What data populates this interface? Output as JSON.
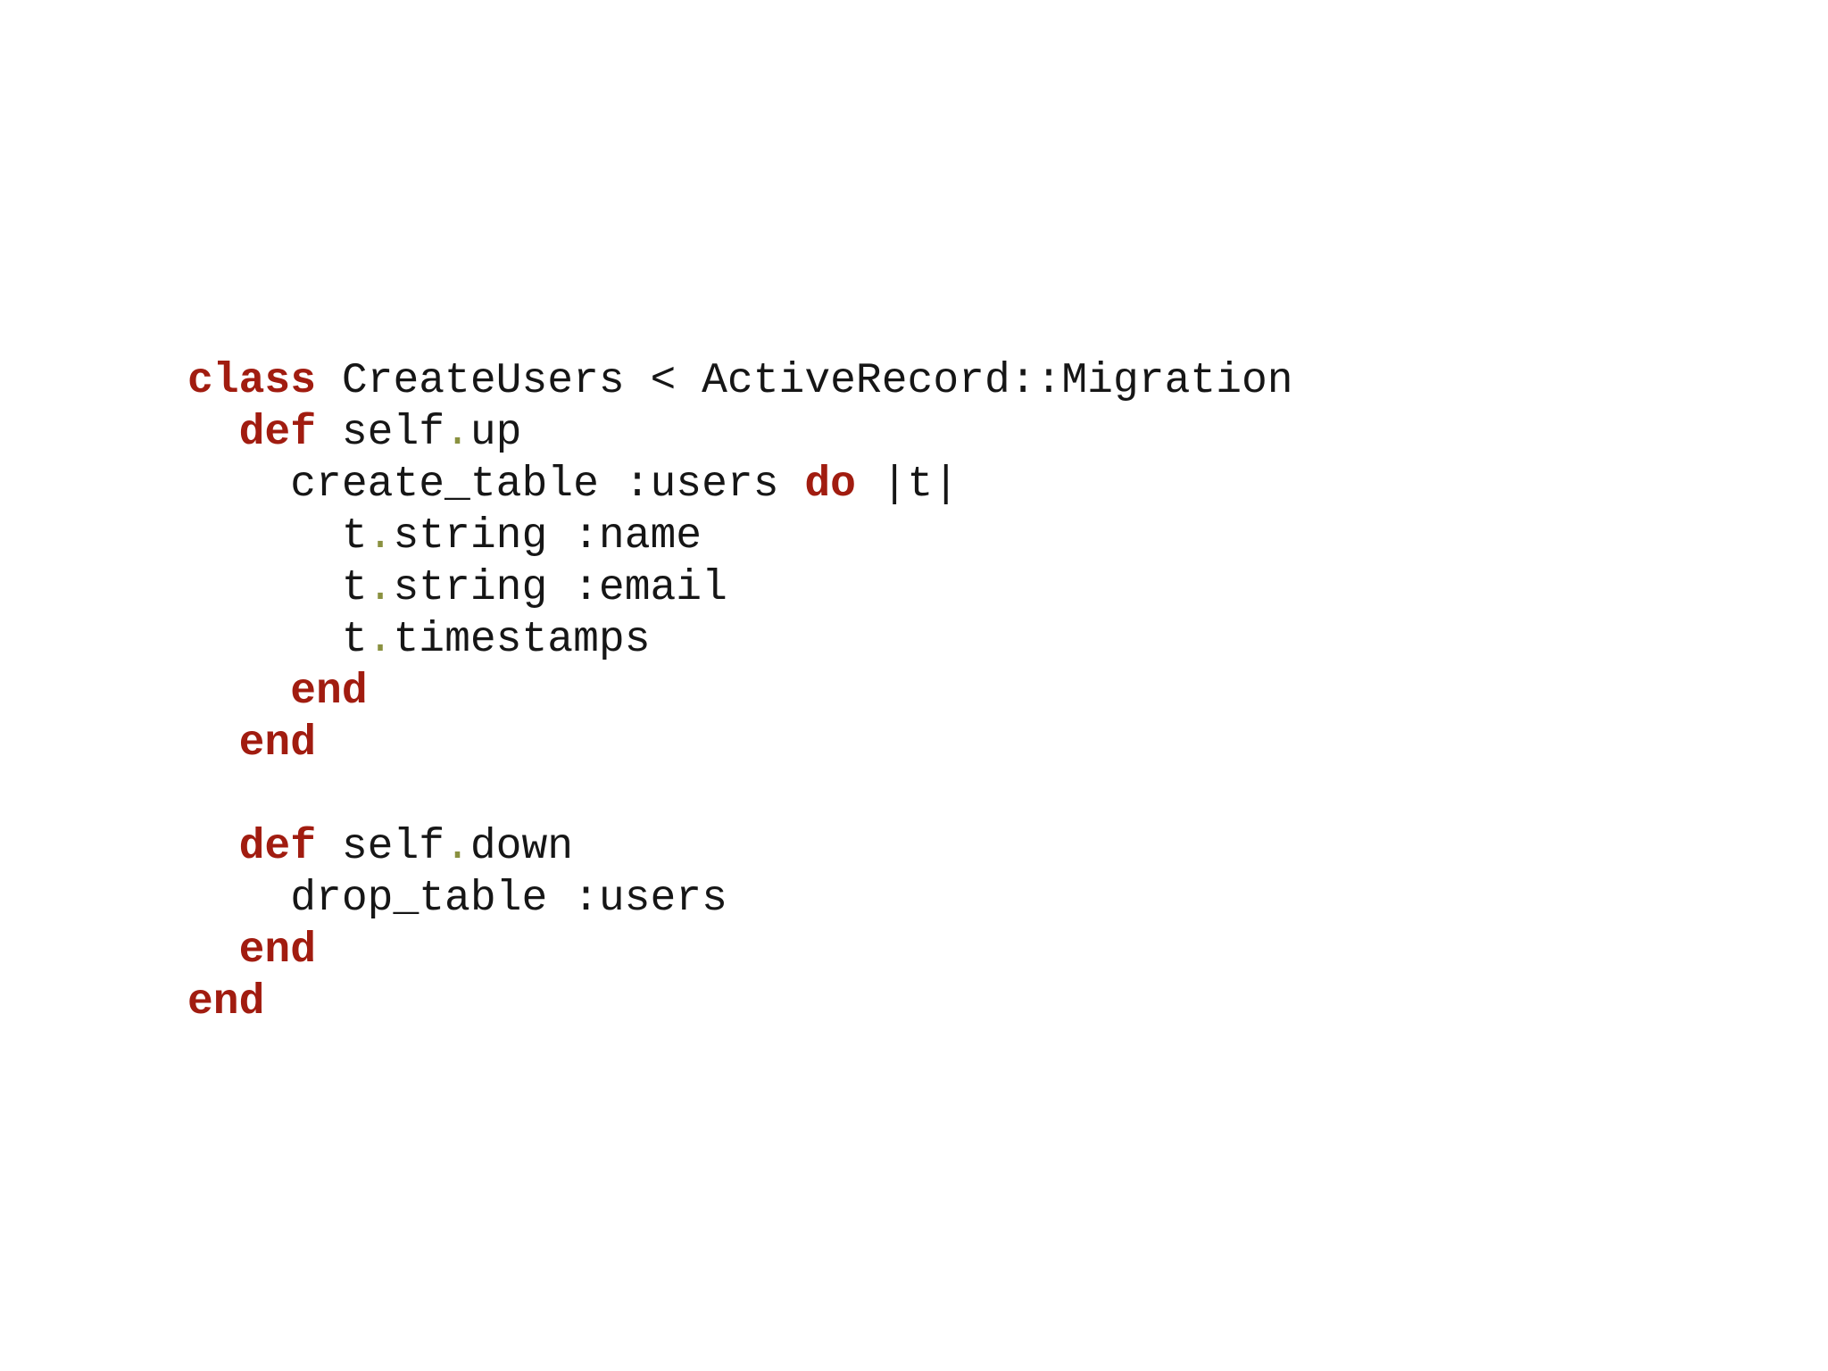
{
  "page": {
    "background_color": "#ffffff"
  },
  "code_block": {
    "language": "ruby",
    "indent_unit_spaces": 2,
    "colors": {
      "keyword": "#a11c10",
      "plain": "#161616",
      "dot": "#8a9140"
    },
    "lines": [
      {
        "indent": 0,
        "tokens": [
          {
            "type": "keyword",
            "text": "class"
          },
          {
            "type": "plain",
            "text": " CreateUsers < ActiveRecord::Migration"
          }
        ]
      },
      {
        "indent": 1,
        "tokens": [
          {
            "type": "keyword",
            "text": "def"
          },
          {
            "type": "plain",
            "text": " self"
          },
          {
            "type": "dot",
            "text": "."
          },
          {
            "type": "plain",
            "text": "up"
          }
        ]
      },
      {
        "indent": 2,
        "tokens": [
          {
            "type": "plain",
            "text": "create_table :users "
          },
          {
            "type": "keyword",
            "text": "do"
          },
          {
            "type": "plain",
            "text": " |t|"
          }
        ]
      },
      {
        "indent": 3,
        "tokens": [
          {
            "type": "plain",
            "text": "t"
          },
          {
            "type": "dot",
            "text": "."
          },
          {
            "type": "plain",
            "text": "string :name"
          }
        ]
      },
      {
        "indent": 3,
        "tokens": [
          {
            "type": "plain",
            "text": "t"
          },
          {
            "type": "dot",
            "text": "."
          },
          {
            "type": "plain",
            "text": "string :email"
          }
        ]
      },
      {
        "indent": 3,
        "tokens": [
          {
            "type": "plain",
            "text": "t"
          },
          {
            "type": "dot",
            "text": "."
          },
          {
            "type": "plain",
            "text": "timestamps"
          }
        ]
      },
      {
        "indent": 2,
        "tokens": [
          {
            "type": "keyword",
            "text": "end"
          }
        ]
      },
      {
        "indent": 1,
        "tokens": [
          {
            "type": "keyword",
            "text": "end"
          }
        ]
      },
      {
        "indent": 0,
        "tokens": []
      },
      {
        "indent": 1,
        "tokens": [
          {
            "type": "keyword",
            "text": "def"
          },
          {
            "type": "plain",
            "text": " self"
          },
          {
            "type": "dot",
            "text": "."
          },
          {
            "type": "plain",
            "text": "down"
          }
        ]
      },
      {
        "indent": 2,
        "tokens": [
          {
            "type": "plain",
            "text": "drop_table :users"
          }
        ]
      },
      {
        "indent": 1,
        "tokens": [
          {
            "type": "keyword",
            "text": "end"
          }
        ]
      },
      {
        "indent": 0,
        "tokens": [
          {
            "type": "keyword",
            "text": "end"
          }
        ]
      }
    ]
  }
}
